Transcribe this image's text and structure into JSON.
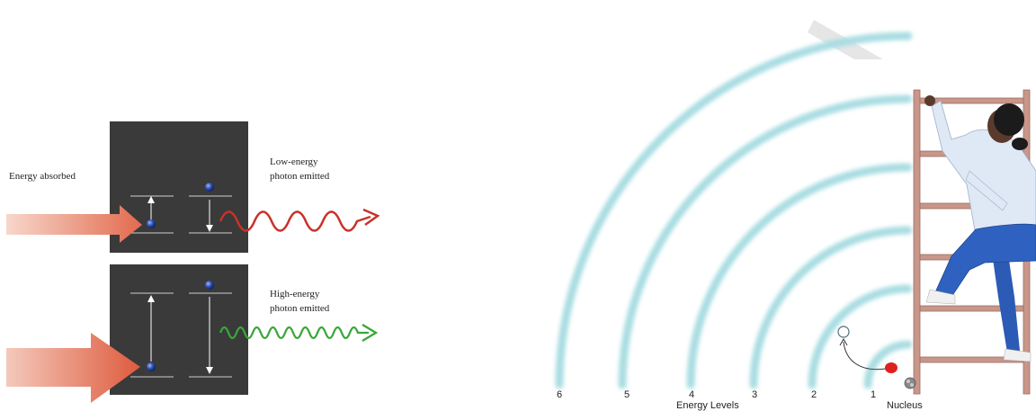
{
  "left_panel": {
    "energy_absorbed_label": "Energy absorbed",
    "low_energy_label_line1": "Low-energy",
    "low_energy_label_line2": "photon emitted",
    "high_energy_label_line1": "High-energy",
    "high_energy_label_line2": "photon emitted",
    "colors": {
      "box": "#3a3a3a",
      "absorbed_arrow": "#e2735a",
      "low_energy_wave": "#c8322a",
      "high_energy_wave": "#3aa63a",
      "electron": "#2c4fb0"
    }
  },
  "right_panel": {
    "level_numbers": [
      "6",
      "5",
      "4",
      "3",
      "2",
      "1"
    ],
    "axis_label": "Energy Levels",
    "nucleus_label": "Nucleus",
    "colors": {
      "arc": "#a9dde2",
      "ladder": "#c9968a",
      "electron": "#e02020",
      "person_shirt": "#dfe8f5",
      "person_pants": "#2f62c0"
    }
  }
}
